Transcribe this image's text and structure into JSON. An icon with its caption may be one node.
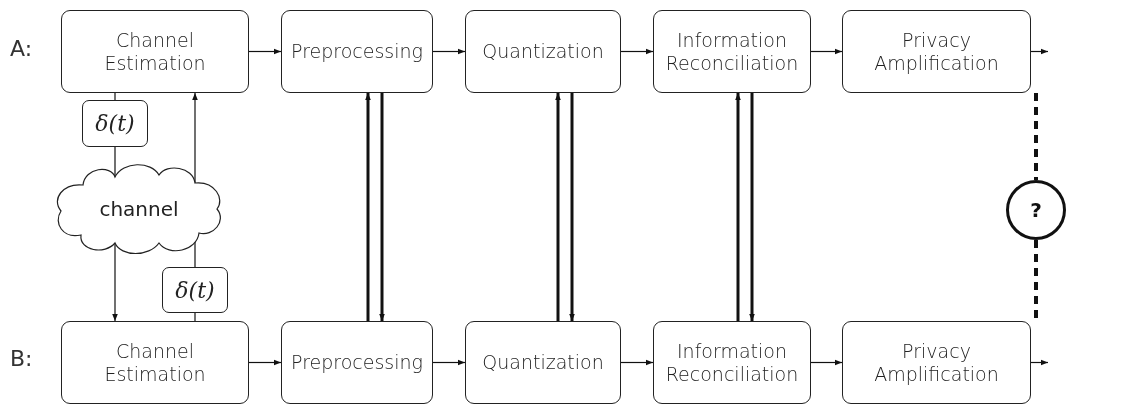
{
  "diagram": {
    "nodes": [
      {
        "text": [
          "Channel Estimation"
        ]
      },
      {
        "text": [
          "Preprocessing"
        ]
      },
      {
        "text": [
          "Quantization"
        ]
      },
      {
        "text": [
          "Information Reconciliation"
        ]
      },
      {
        "text": [
          "Privacy Amplification"
        ]
      },
      {
        "text": [
          "Channel Estimation"
        ]
      },
      {
        "text": [
          "Preprocessing"
        ]
      },
      {
        "text": [
          "Quantization"
        ]
      },
      {
        "text": [
          "Information Reconciliation"
        ]
      },
      {
        "text": [
          "Privacy Amplification"
        ]
      },
      {
        "text": [
          "δ(t)"
        ]
      },
      {
        "text": [
          "channel"
        ]
      },
      {
        "text": [
          "δ(t)"
        ]
      },
      {
        "text": [
          "?"
        ]
      }
    ],
    "edges": [
      {
        "from": 0,
        "to": 1,
        "arrow": "to"
      },
      {
        "from": 1,
        "to": 2,
        "arrow": "to"
      },
      {
        "from": 2,
        "to": 3,
        "arrow": "to"
      },
      {
        "from": 3,
        "to": 4,
        "arrow": "to"
      },
      {
        "from": 4,
        "to": null,
        "arrow": "to"
      },
      {
        "from": 5,
        "to": 6,
        "arrow": "to"
      },
      {
        "from": 6,
        "to": 7,
        "arrow": "to"
      },
      {
        "from": 7,
        "to": 8,
        "arrow": "to"
      },
      {
        "from": 8,
        "to": 9,
        "arrow": "to"
      },
      {
        "from": 9,
        "to": null,
        "arrow": "to"
      },
      {
        "from": 0,
        "to": 10,
        "arrow": "none"
      },
      {
        "from": 10,
        "to": 11,
        "arrow": "none"
      },
      {
        "from": 11,
        "to": 5,
        "arrow": "to"
      },
      {
        "from": 5,
        "to": 12,
        "arrow": "none"
      },
      {
        "from": 12,
        "to": 11,
        "arrow": "none"
      },
      {
        "from": 11,
        "to": 0,
        "arrow": "to"
      },
      {
        "from": 6,
        "to": 1,
        "arrow": "to",
        "style": "thick"
      },
      {
        "from": 1,
        "to": 6,
        "arrow": "to",
        "style": "thick"
      },
      {
        "from": 7,
        "to": 2,
        "arrow": "to",
        "style": "thick"
      },
      {
        "from": 2,
        "to": 7,
        "arrow": "to",
        "style": "thick"
      },
      {
        "from": 8,
        "to": 3,
        "arrow": "to",
        "style": "thick"
      },
      {
        "from": 3,
        "to": 8,
        "arrow": "to",
        "style": "thick"
      },
      {
        "from": 4,
        "to": 13,
        "arrow": "none",
        "style": "dashed"
      },
      {
        "from": 13,
        "to": 9,
        "arrow": "none",
        "style": "dashed"
      }
    ],
    "labels": [
      "A:",
      "B:"
    ]
  }
}
